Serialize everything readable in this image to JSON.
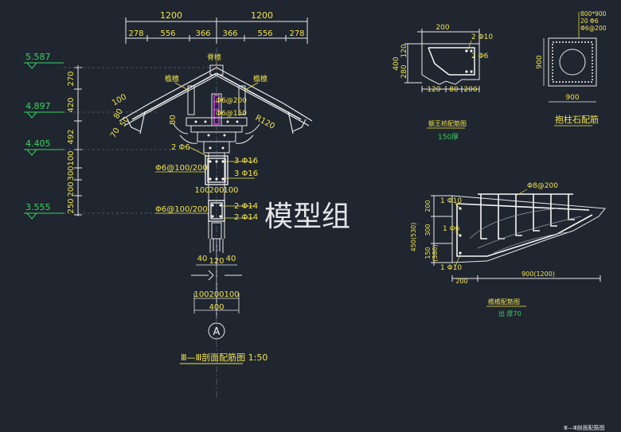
{
  "colors": {
    "background": "#1f2630",
    "line_white": "#e8e8e8",
    "dim_green": "#22c55e",
    "text_yellow": "#f2e24a",
    "elev_green": "#35d35a",
    "accent_magenta": "#d946ef",
    "rebar_white": "#f5f5f5",
    "watermark": "#ffffff"
  },
  "watermark": "模型组",
  "main_section": {
    "top_dims": {
      "left_total": "1200",
      "right_total": "1200",
      "segments": [
        "278",
        "556",
        "366",
        "366",
        "556",
        "278"
      ]
    },
    "elevations": [
      "5.587",
      "4.897",
      "4.405",
      "3.555"
    ],
    "vertical_dims": [
      "270",
      "420",
      "492",
      "300",
      "100",
      "200",
      "250"
    ],
    "labels": {
      "ridge_purlin": "脊檩",
      "eave_purlin_left": "檐檩",
      "eave_purlin_right": "檐檩",
      "ties_1": "Φ6@200",
      "ties_2": "Φ6@150",
      "radius": "R120",
      "left_small_dims": [
        "100",
        "80",
        "50",
        "70"
      ],
      "left_80": "80",
      "rebar_2phi6": "2 Φ6",
      "beam1_ties": "Φ6@100/200",
      "beam1_bar_top": "3 Φ16",
      "beam1_bar_bottom": "3 Φ16",
      "beam1_dims": [
        "100",
        "200",
        "100"
      ],
      "beam2_ties": "Φ6@100/200",
      "beam2_bar_top": "2 Φ14",
      "beam2_bar_bottom": "2 Φ14",
      "col_dims": [
        "40",
        "120",
        "40"
      ],
      "base_dims_top": [
        "100",
        "200",
        "100"
      ],
      "base_dim_total": "400",
      "axis_label": "A"
    },
    "caption": "Ⅲ—Ⅲ剖面配筋图 1:50"
  },
  "detail_top_small": {
    "dims_top": "200",
    "dims_left": [
      "400",
      "120",
      "280"
    ],
    "dims_bottom": [
      "120",
      "80",
      "200"
    ],
    "bars": [
      "2 Φ10",
      "2 Φ6"
    ],
    "caption": "额王枋配筋图",
    "sub_caption": "150厚"
  },
  "detail_column_stone": {
    "notes": [
      "800*900",
      "20 Φ6",
      "Φ6@200"
    ],
    "dim_side": "900",
    "dim_bottom": "900",
    "caption": "抱柱石配筋"
  },
  "detail_eave": {
    "ties": "Φ8@200",
    "bars": [
      "1 Φ10",
      "1 Φ6",
      "1 Φ10"
    ],
    "dims_left": [
      "200",
      "300",
      "150",
      "450(530)",
      "(380)"
    ],
    "dims_bottom": [
      "200",
      "900(1200)"
    ],
    "caption": "檐檐配筋图",
    "sub_caption": "出  厚70"
  },
  "footer_text": "Ⅲ—Ⅲ剖面配筋图"
}
